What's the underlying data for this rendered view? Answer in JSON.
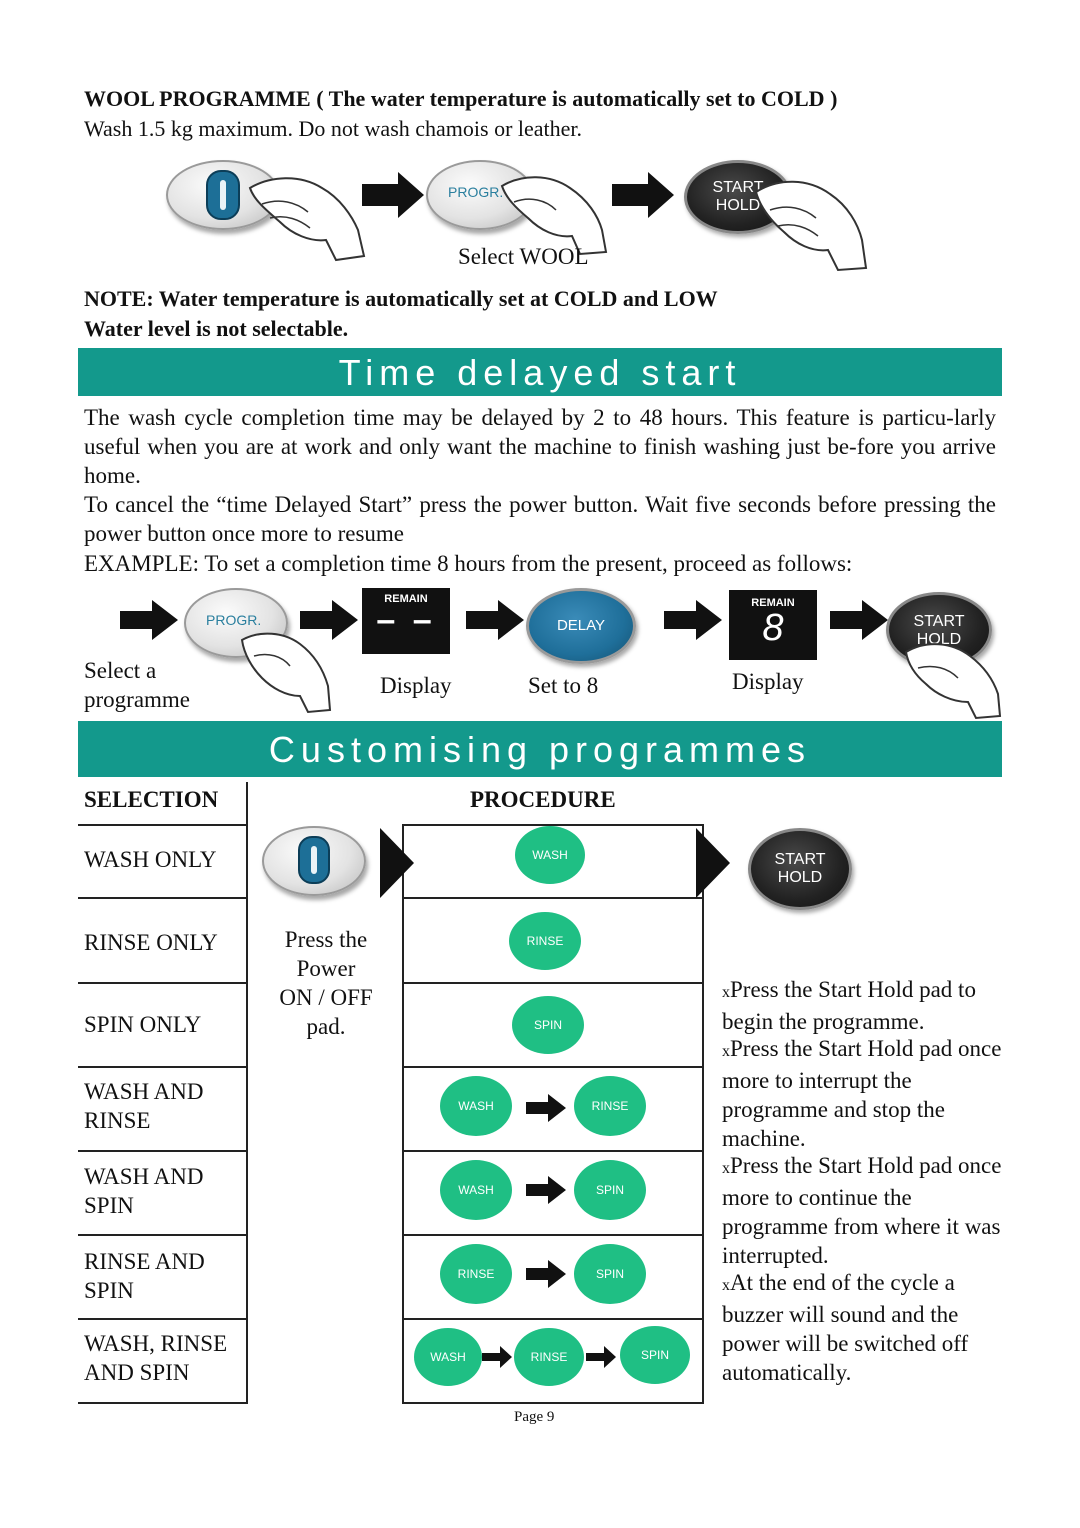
{
  "wool": {
    "heading": "WOOL PROGRAMME ( The water temperature is automatically set to COLD )",
    "subtitle": " Wash 1.5 kg maximum. Do not wash chamois or leather.",
    "progr_label": "PROGR.",
    "start_line1": "START",
    "start_line2": "HOLD",
    "caption": "Select WOOL",
    "note_line1": "NOTE: Water temperature is automatically set at COLD and LOW",
    "note_line2": "Water level is not selectable."
  },
  "time_delayed": {
    "title": "Time delayed start",
    "para1": "The wash cycle completion time may be delayed by 2 to 48 hours. This feature is particu-larly useful when you are at work and only want the machine to finish washing just be-fore you arrive home.",
    "para2": "To cancel the “time Delayed Start” press the power button. Wait five seconds before pressing the power button once more to resume",
    "example": "EXAMPLE: To set a completion time 8 hours from the present,  proceed as follows:",
    "progr_label": "PROGR.",
    "remain_label": "REMAIN",
    "dashes": "– –",
    "delay_label": "DELAY",
    "digit": "8",
    "start_line1": "START",
    "start_line2": "HOLD",
    "caption_select_1": "Select a",
    "caption_select_2": "programme",
    "caption_display": "Display",
    "caption_set": "Set to 8",
    "caption_display2": "Display"
  },
  "customising": {
    "title": "Customising programmes",
    "col_selection": "SELECTION",
    "col_procedure": "PROCEDURE",
    "rows": [
      {
        "label1": "WASH ONLY",
        "label2": ""
      },
      {
        "label1": "RINSE ONLY",
        "label2": ""
      },
      {
        "label1": "SPIN ONLY",
        "label2": ""
      },
      {
        "label1": "WASH AND",
        "label2": "RINSE"
      },
      {
        "label1": "WASH AND",
        "label2": "SPIN"
      },
      {
        "label1": "RINSE AND",
        "label2": "SPIN"
      },
      {
        "label1": "WASH, RINSE",
        "label2": "AND SPIN"
      }
    ],
    "press_power": [
      "Press the",
      "Power",
      "ON / OFF",
      "pad."
    ],
    "wash": "WASH",
    "rinse": "RINSE",
    "spin": "SPIN",
    "start_line1": "START",
    "start_line2": "HOLD",
    "bullets": [
      "Press the Start Hold pad to begin the programme.",
      "Press the Start  Hold pad once more to interrupt the programme and stop the machine.",
      "Press the Start Hold pad once more to continue the programme from where it was interrupted.",
      "At the end of the cycle a buzzer will sound and the power will be switched off automatically."
    ],
    "bullet_marker": "x"
  },
  "footer": {
    "page": "Page 9"
  },
  "colors": {
    "banner": "#13998c",
    "green_button": "#1fbf84",
    "delay_button": "#1f6f9a"
  }
}
